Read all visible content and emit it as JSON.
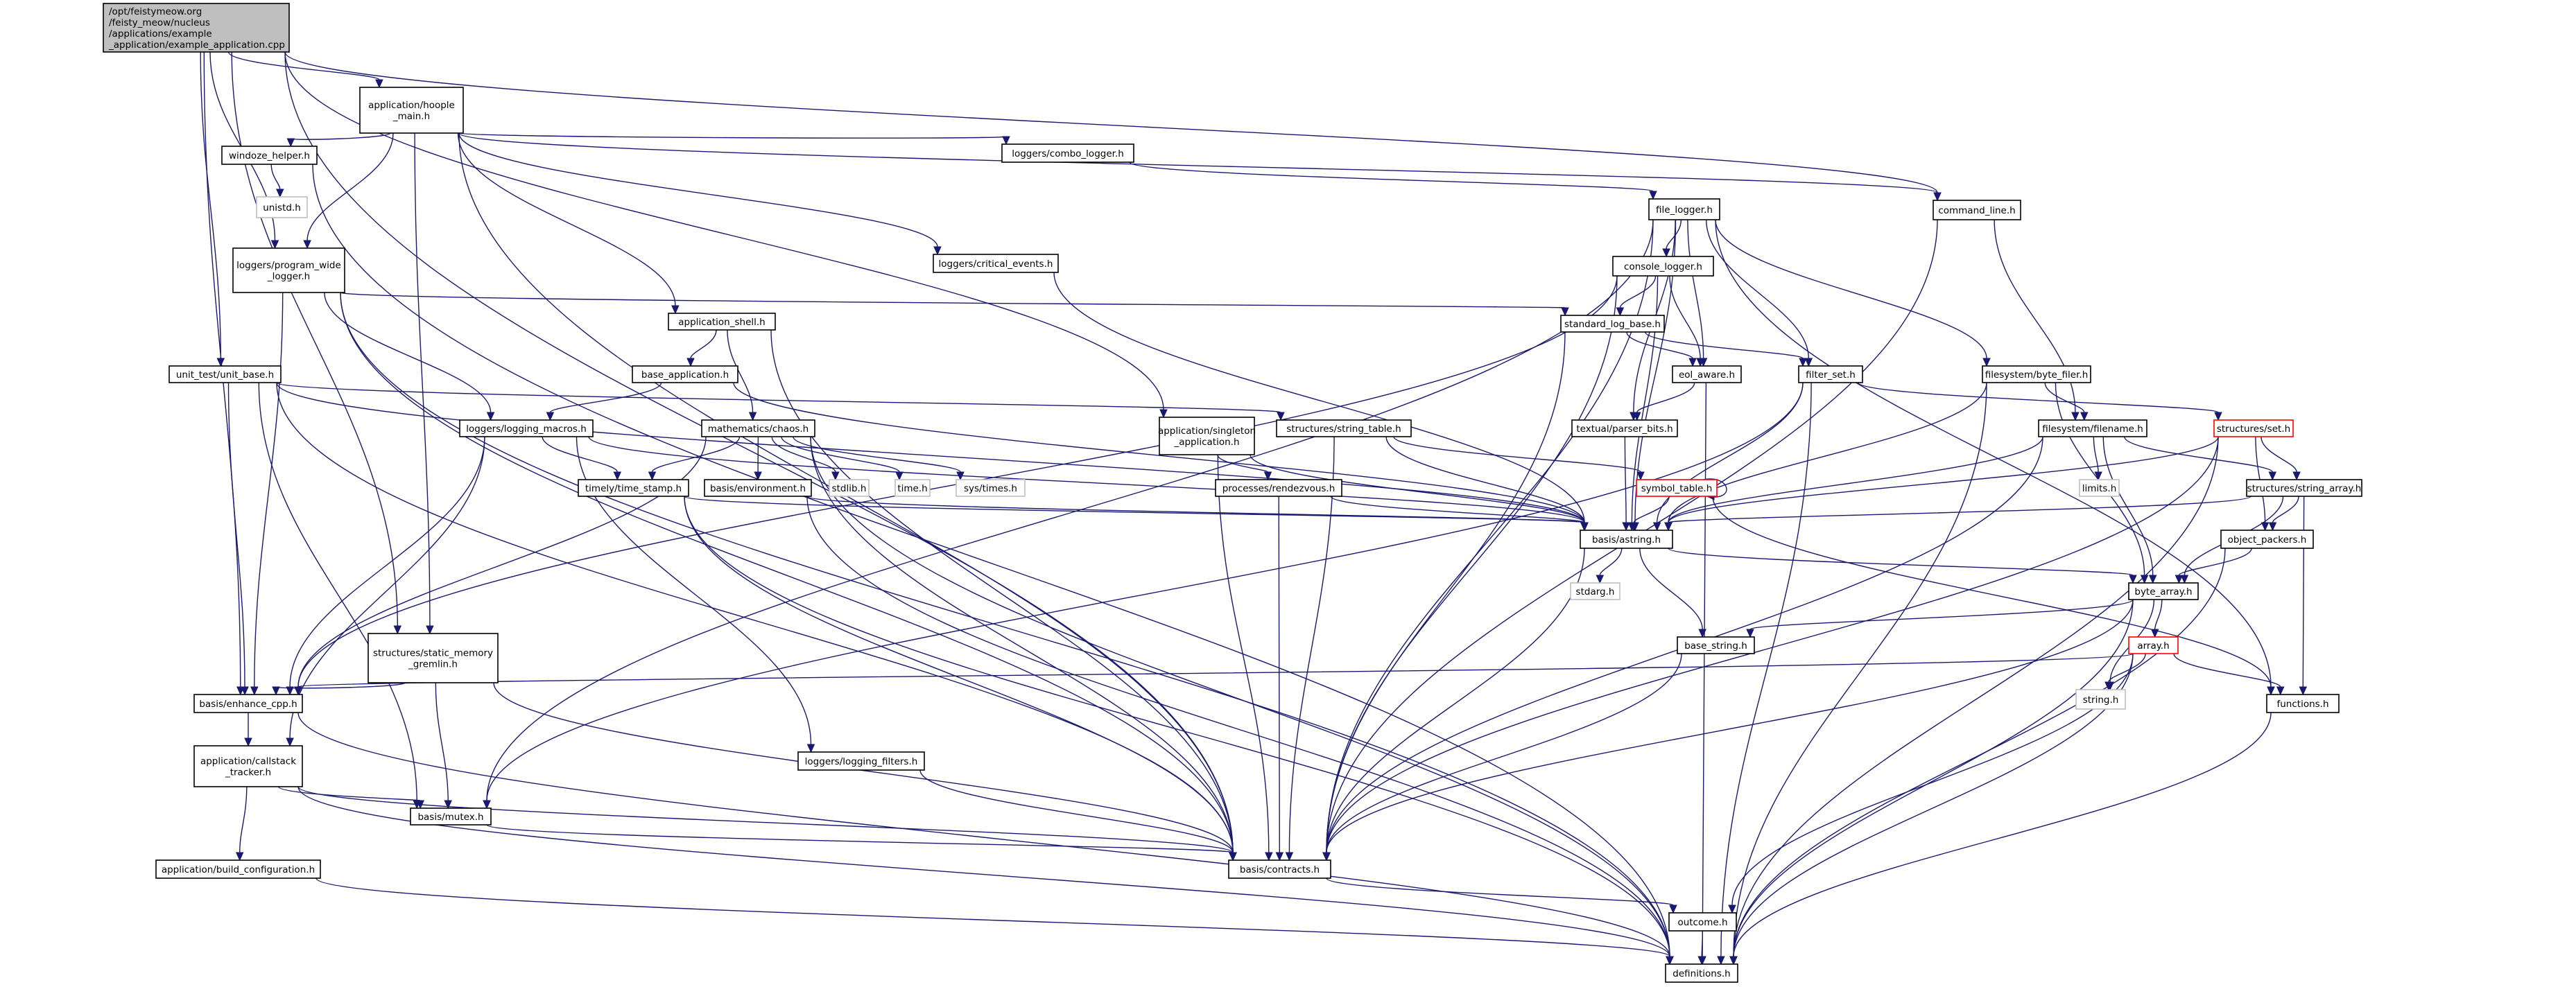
{
  "title": "Include dependency graph for example_application.cpp",
  "colors": {
    "edge": "#191970",
    "root_fill": "#bfbfbf",
    "node_border": "#000000",
    "external_border": "#bfbfbf",
    "truncated_border": "#ff0000"
  },
  "nodes": [
    {
      "id": "root",
      "kind": "root",
      "lines": [
        "/opt/feistymeow.org",
        "/feisty_meow/nucleus",
        "/applications/example",
        "_application/example_application.cpp"
      ]
    },
    {
      "id": "hoople_main",
      "kind": "normal",
      "lines": [
        "application/hoople",
        "_main.h"
      ]
    },
    {
      "id": "windoze_helper",
      "kind": "normal",
      "lines": [
        "windoze_helper.h"
      ]
    },
    {
      "id": "unistd",
      "kind": "external",
      "lines": [
        "unistd.h"
      ]
    },
    {
      "id": "program_wide_logger",
      "kind": "normal",
      "lines": [
        "loggers/program_wide",
        "_logger.h"
      ]
    },
    {
      "id": "unit_base",
      "kind": "normal",
      "lines": [
        "unit_test/unit_base.h"
      ]
    },
    {
      "id": "application_shell",
      "kind": "normal",
      "lines": [
        "application_shell.h"
      ]
    },
    {
      "id": "base_application",
      "kind": "normal",
      "lines": [
        "base_application.h"
      ]
    },
    {
      "id": "logging_macros",
      "kind": "normal",
      "lines": [
        "loggers/logging_macros.h"
      ]
    },
    {
      "id": "chaos",
      "kind": "normal",
      "lines": [
        "mathematics/chaos.h"
      ]
    },
    {
      "id": "time_stamp",
      "kind": "normal",
      "lines": [
        "timely/time_stamp.h"
      ]
    },
    {
      "id": "environment",
      "kind": "normal",
      "lines": [
        "basis/environment.h"
      ]
    },
    {
      "id": "stdlib",
      "kind": "external",
      "lines": [
        "stdlib.h"
      ]
    },
    {
      "id": "time",
      "kind": "external",
      "lines": [
        "time.h"
      ]
    },
    {
      "id": "sys_times",
      "kind": "external",
      "lines": [
        "sys/times.h"
      ]
    },
    {
      "id": "static_memory_gremlin",
      "kind": "normal",
      "lines": [
        "structures/static_memory",
        "_gremlin.h"
      ]
    },
    {
      "id": "enhance_cpp",
      "kind": "normal",
      "lines": [
        "basis/enhance_cpp.h"
      ]
    },
    {
      "id": "callstack_tracker",
      "kind": "normal",
      "lines": [
        "application/callstack",
        "_tracker.h"
      ]
    },
    {
      "id": "mutex",
      "kind": "normal",
      "lines": [
        "basis/mutex.h"
      ]
    },
    {
      "id": "build_configuration",
      "kind": "normal",
      "lines": [
        "application/build_configuration.h"
      ]
    },
    {
      "id": "logging_filters",
      "kind": "normal",
      "lines": [
        "loggers/logging_filters.h"
      ]
    },
    {
      "id": "combo_logger",
      "kind": "normal",
      "lines": [
        "loggers/combo_logger.h"
      ]
    },
    {
      "id": "critical_events",
      "kind": "normal",
      "lines": [
        "loggers/critical_events.h"
      ]
    },
    {
      "id": "file_logger",
      "kind": "normal",
      "lines": [
        "file_logger.h"
      ]
    },
    {
      "id": "command_line",
      "kind": "normal",
      "lines": [
        "command_line.h"
      ]
    },
    {
      "id": "console_logger",
      "kind": "normal",
      "lines": [
        "console_logger.h"
      ]
    },
    {
      "id": "standard_log_base",
      "kind": "normal",
      "lines": [
        "standard_log_base.h"
      ]
    },
    {
      "id": "eol_aware",
      "kind": "normal",
      "lines": [
        "eol_aware.h"
      ]
    },
    {
      "id": "filter_set",
      "kind": "normal",
      "lines": [
        "filter_set.h"
      ]
    },
    {
      "id": "byte_filer",
      "kind": "normal",
      "lines": [
        "filesystem/byte_filer.h"
      ]
    },
    {
      "id": "parser_bits",
      "kind": "normal",
      "lines": [
        "textual/parser_bits.h"
      ]
    },
    {
      "id": "singleton_application",
      "kind": "normal",
      "lines": [
        "application/singleton",
        "_application.h"
      ]
    },
    {
      "id": "string_table",
      "kind": "normal",
      "lines": [
        "structures/string_table.h"
      ]
    },
    {
      "id": "rendezvous",
      "kind": "normal",
      "lines": [
        "processes/rendezvous.h"
      ]
    },
    {
      "id": "symbol_table",
      "kind": "truncated",
      "lines": [
        "symbol_table.h"
      ]
    },
    {
      "id": "set",
      "kind": "truncated",
      "lines": [
        "structures/set.h"
      ]
    },
    {
      "id": "filename",
      "kind": "normal",
      "lines": [
        "filesystem/filename.h"
      ]
    },
    {
      "id": "limits",
      "kind": "external",
      "lines": [
        "limits.h"
      ]
    },
    {
      "id": "string_array",
      "kind": "normal",
      "lines": [
        "structures/string_array.h"
      ]
    },
    {
      "id": "object_packers",
      "kind": "normal",
      "lines": [
        "object_packers.h"
      ]
    },
    {
      "id": "astring",
      "kind": "normal",
      "lines": [
        "basis/astring.h"
      ]
    },
    {
      "id": "stdarg",
      "kind": "external",
      "lines": [
        "stdarg.h"
      ]
    },
    {
      "id": "byte_array",
      "kind": "normal",
      "lines": [
        "byte_array.h"
      ]
    },
    {
      "id": "base_string",
      "kind": "normal",
      "lines": [
        "base_string.h"
      ]
    },
    {
      "id": "array",
      "kind": "truncated",
      "lines": [
        "array.h"
      ]
    },
    {
      "id": "string",
      "kind": "external",
      "lines": [
        "string.h"
      ]
    },
    {
      "id": "functions",
      "kind": "normal",
      "lines": [
        "functions.h"
      ]
    },
    {
      "id": "contracts",
      "kind": "normal",
      "lines": [
        "basis/contracts.h"
      ]
    },
    {
      "id": "outcome",
      "kind": "normal",
      "lines": [
        "outcome.h"
      ]
    },
    {
      "id": "definitions",
      "kind": "normal",
      "lines": [
        "definitions.h"
      ]
    }
  ],
  "edges": [
    [
      "root",
      "hoople_main"
    ],
    [
      "root",
      "program_wide_logger"
    ],
    [
      "root",
      "unit_base"
    ],
    [
      "root",
      "enhance_cpp"
    ],
    [
      "root",
      "static_memory_gremlin"
    ],
    [
      "root",
      "singleton_application"
    ],
    [
      "root",
      "command_line"
    ],
    [
      "root",
      "contracts"
    ],
    [
      "hoople_main",
      "windoze_helper"
    ],
    [
      "hoople_main",
      "program_wide_logger"
    ],
    [
      "hoople_main",
      "application_shell"
    ],
    [
      "hoople_main",
      "combo_logger"
    ],
    [
      "hoople_main",
      "critical_events"
    ],
    [
      "hoople_main",
      "command_line"
    ],
    [
      "hoople_main",
      "static_memory_gremlin"
    ],
    [
      "hoople_main",
      "contracts"
    ],
    [
      "windoze_helper",
      "unistd"
    ],
    [
      "windoze_helper",
      "definitions"
    ],
    [
      "program_wide_logger",
      "logging_macros"
    ],
    [
      "program_wide_logger",
      "standard_log_base"
    ],
    [
      "program_wide_logger",
      "enhance_cpp"
    ],
    [
      "program_wide_logger",
      "contracts"
    ],
    [
      "program_wide_logger",
      "definitions"
    ],
    [
      "unit_base",
      "enhance_cpp"
    ],
    [
      "unit_base",
      "mutex"
    ],
    [
      "unit_base",
      "string_table"
    ],
    [
      "unit_base",
      "astring"
    ],
    [
      "unit_base",
      "contracts"
    ],
    [
      "application_shell",
      "base_application"
    ],
    [
      "application_shell",
      "chaos"
    ],
    [
      "application_shell",
      "contracts"
    ],
    [
      "base_application",
      "logging_macros"
    ],
    [
      "base_application",
      "astring"
    ],
    [
      "logging_macros",
      "time_stamp"
    ],
    [
      "logging_macros",
      "enhance_cpp"
    ],
    [
      "logging_macros",
      "callstack_tracker"
    ],
    [
      "logging_macros",
      "logging_filters"
    ],
    [
      "logging_macros",
      "astring"
    ],
    [
      "chaos",
      "time_stamp"
    ],
    [
      "chaos",
      "environment"
    ],
    [
      "chaos",
      "stdlib"
    ],
    [
      "chaos",
      "time"
    ],
    [
      "chaos",
      "sys_times"
    ],
    [
      "chaos",
      "enhance_cpp"
    ],
    [
      "chaos",
      "definitions"
    ],
    [
      "chaos",
      "contracts"
    ],
    [
      "time_stamp",
      "astring"
    ],
    [
      "time_stamp",
      "contracts"
    ],
    [
      "time_stamp",
      "definitions"
    ],
    [
      "environment",
      "astring"
    ],
    [
      "environment",
      "definitions"
    ],
    [
      "static_memory_gremlin",
      "enhance_cpp"
    ],
    [
      "static_memory_gremlin",
      "mutex"
    ],
    [
      "static_memory_gremlin",
      "contracts"
    ],
    [
      "enhance_cpp",
      "callstack_tracker"
    ],
    [
      "enhance_cpp",
      "definitions"
    ],
    [
      "callstack_tracker",
      "mutex"
    ],
    [
      "callstack_tracker",
      "build_configuration"
    ],
    [
      "callstack_tracker",
      "contracts"
    ],
    [
      "callstack_tracker",
      "definitions"
    ],
    [
      "mutex",
      "contracts"
    ],
    [
      "build_configuration",
      "definitions"
    ],
    [
      "logging_filters",
      "contracts"
    ],
    [
      "combo_logger",
      "file_logger"
    ],
    [
      "critical_events",
      "astring"
    ],
    [
      "file_logger",
      "console_logger"
    ],
    [
      "file_logger",
      "eol_aware"
    ],
    [
      "file_logger",
      "filter_set"
    ],
    [
      "file_logger",
      "byte_filer"
    ],
    [
      "file_logger",
      "parser_bits"
    ],
    [
      "file_logger",
      "astring"
    ],
    [
      "file_logger",
      "mutex"
    ],
    [
      "file_logger",
      "functions"
    ],
    [
      "file_logger",
      "contracts"
    ],
    [
      "command_line",
      "filename"
    ],
    [
      "command_line",
      "contracts"
    ],
    [
      "console_logger",
      "standard_log_base"
    ],
    [
      "console_logger",
      "eol_aware"
    ],
    [
      "console_logger",
      "enhance_cpp"
    ],
    [
      "console_logger",
      "astring"
    ],
    [
      "console_logger",
      "contracts"
    ],
    [
      "standard_log_base",
      "eol_aware"
    ],
    [
      "standard_log_base",
      "filter_set"
    ],
    [
      "standard_log_base",
      "contracts"
    ],
    [
      "eol_aware",
      "parser_bits"
    ],
    [
      "eol_aware",
      "definitions"
    ],
    [
      "filter_set",
      "set"
    ],
    [
      "filter_set",
      "astring"
    ],
    [
      "filter_set",
      "mutex"
    ],
    [
      "filter_set",
      "definitions"
    ],
    [
      "byte_filer",
      "filename"
    ],
    [
      "byte_filer",
      "byte_array"
    ],
    [
      "byte_filer",
      "astring"
    ],
    [
      "byte_filer",
      "definitions"
    ],
    [
      "parser_bits",
      "astring"
    ],
    [
      "singleton_application",
      "rendezvous"
    ],
    [
      "singleton_application",
      "astring"
    ],
    [
      "singleton_application",
      "contracts"
    ],
    [
      "string_table",
      "symbol_table"
    ],
    [
      "string_table",
      "astring"
    ],
    [
      "string_table",
      "contracts"
    ],
    [
      "rendezvous",
      "astring"
    ],
    [
      "rendezvous",
      "contracts"
    ],
    [
      "symbol_table",
      "symbol_table"
    ],
    [
      "symbol_table",
      "astring"
    ],
    [
      "symbol_table",
      "functions"
    ],
    [
      "set",
      "string_array"
    ],
    [
      "set",
      "object_packers"
    ],
    [
      "set",
      "astring"
    ],
    [
      "set",
      "contracts"
    ],
    [
      "set",
      "definitions"
    ],
    [
      "filename",
      "limits"
    ],
    [
      "filename",
      "string_array"
    ],
    [
      "filename",
      "byte_array"
    ],
    [
      "filename",
      "astring"
    ],
    [
      "filename",
      "contracts"
    ],
    [
      "string_array",
      "object_packers"
    ],
    [
      "string_array",
      "byte_array"
    ],
    [
      "string_array",
      "astring"
    ],
    [
      "string_array",
      "functions"
    ],
    [
      "object_packers",
      "byte_array"
    ],
    [
      "object_packers",
      "definitions"
    ],
    [
      "astring",
      "stdarg"
    ],
    [
      "astring",
      "base_string"
    ],
    [
      "astring",
      "byte_array"
    ],
    [
      "astring",
      "contracts"
    ],
    [
      "byte_array",
      "base_string"
    ],
    [
      "byte_array",
      "array"
    ],
    [
      "byte_array",
      "string"
    ],
    [
      "byte_array",
      "contracts"
    ],
    [
      "byte_array",
      "definitions"
    ],
    [
      "base_string",
      "contracts"
    ],
    [
      "array",
      "string"
    ],
    [
      "array",
      "functions"
    ],
    [
      "array",
      "enhance_cpp"
    ],
    [
      "array",
      "outcome"
    ],
    [
      "array",
      "definitions"
    ],
    [
      "functions",
      "definitions"
    ],
    [
      "contracts",
      "outcome"
    ],
    [
      "outcome",
      "definitions"
    ]
  ]
}
